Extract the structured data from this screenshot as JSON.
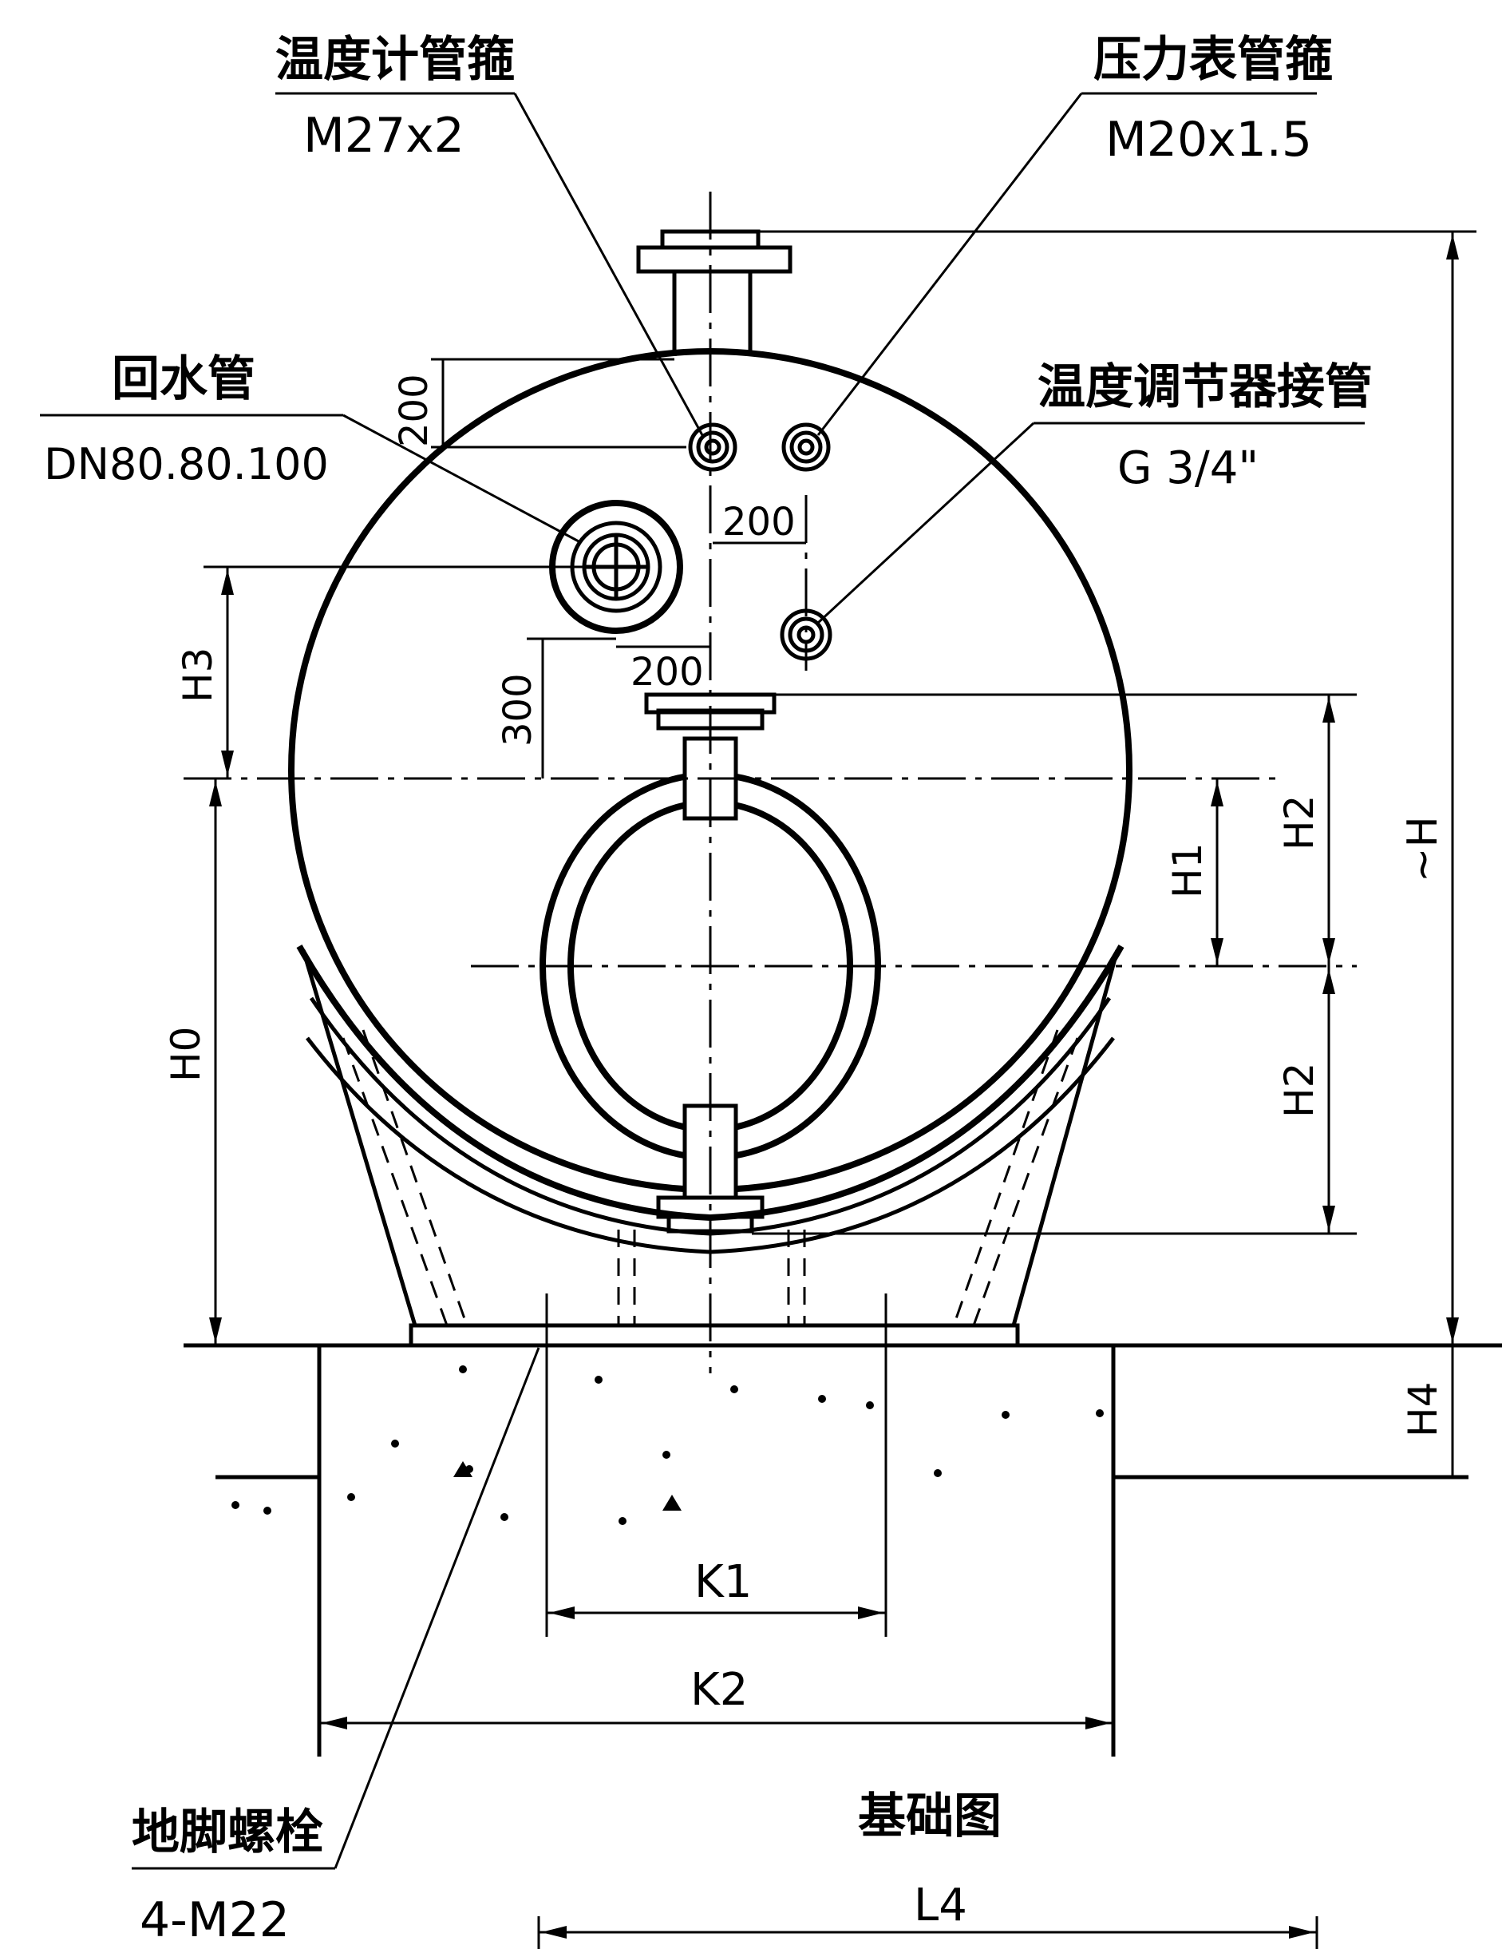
{
  "callouts": {
    "thermometer_pipe": {
      "name": "温度计管箍",
      "spec": "M27x2"
    },
    "pressure_gauge_pipe": {
      "name": "压力表管箍",
      "spec": "M20x1.5"
    },
    "return_pipe": {
      "name": "回水管",
      "spec": "DN80.80.100"
    },
    "temp_regulator_pipe": {
      "name": "温度调节器接管",
      "spec": "G 3/4\""
    },
    "anchor_bolt": {
      "name": "地脚螺栓",
      "spec": "4-M22"
    }
  },
  "dimensions": {
    "top_offset": "200",
    "nozzle_spacing": "200",
    "return_offset_h": "200",
    "return_offset_v": "300",
    "h0": "H0",
    "h1": "H1",
    "h2_upper": "H2",
    "h2_lower": "H2",
    "h3": "H3",
    "h4": "H4",
    "h_total": "~H",
    "k1": "K1",
    "k2": "K2",
    "l4": "L4"
  },
  "labels": {
    "foundation_title": "基础图"
  }
}
